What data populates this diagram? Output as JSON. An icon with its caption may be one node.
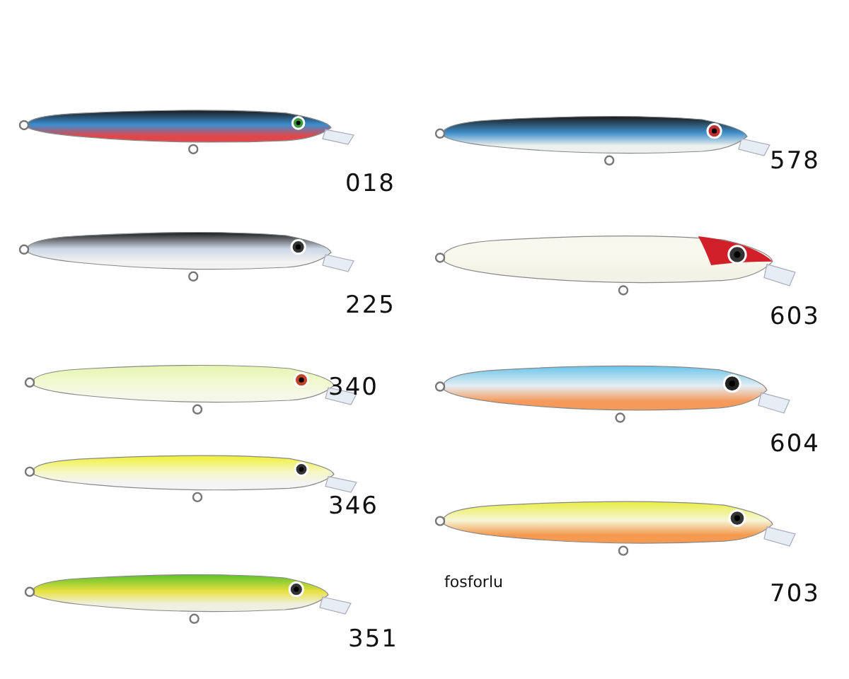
{
  "diagram": {
    "labels": [
      "018",
      "225",
      "340",
      "346",
      "351",
      "578",
      "603",
      "604",
      "fosforlu",
      "703"
    ]
  }
}
